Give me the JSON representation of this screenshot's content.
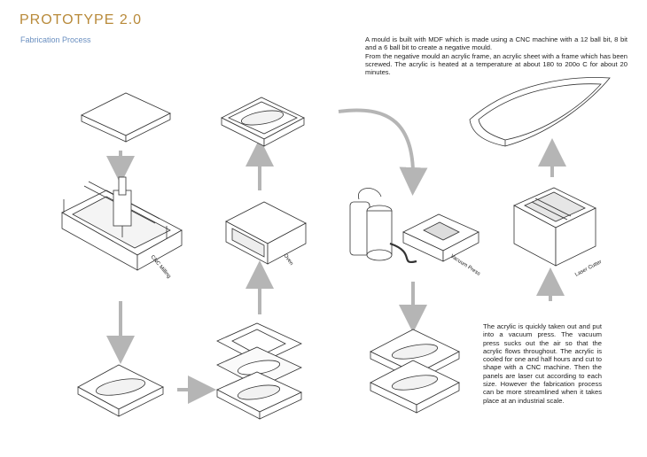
{
  "header": {
    "title": "PROTOTYPE 2.0",
    "subtitle": "Fabrication Process"
  },
  "notes": {
    "top_lines": [
      "A mould is built with MDF which is made using a CNC machine with a 12 ball bit, 8 bit and a 6 ball bit to create a negative mould.",
      "From the negative mould an acrylic frame, an acrylic sheet with a frame which has been screwed. The acrylic is heated at a temperature at about 180 to 200o C for about 20 minutes."
    ],
    "bottom": "The acrylic is quickly taken out and put into a vacuum press. The vacuum press sucks out the air so that the acrylic flows throughout. The acrylic is cooled for one and half hours and cut to shape with a CNC machine. Then the panels are laser cut according to each size. However the fabrication process can be more streamlined when it takes place at an industrial scale."
  },
  "labels": {
    "cnc": "CNC Milling",
    "oven": "Oven",
    "vacuum": "Vacuum Press",
    "laser": "Laser Cutter"
  },
  "colors": {
    "title": "#b88a3a",
    "subtitle": "#6a8fc0",
    "arrow": "#b5b5b5",
    "line": "#333333"
  }
}
